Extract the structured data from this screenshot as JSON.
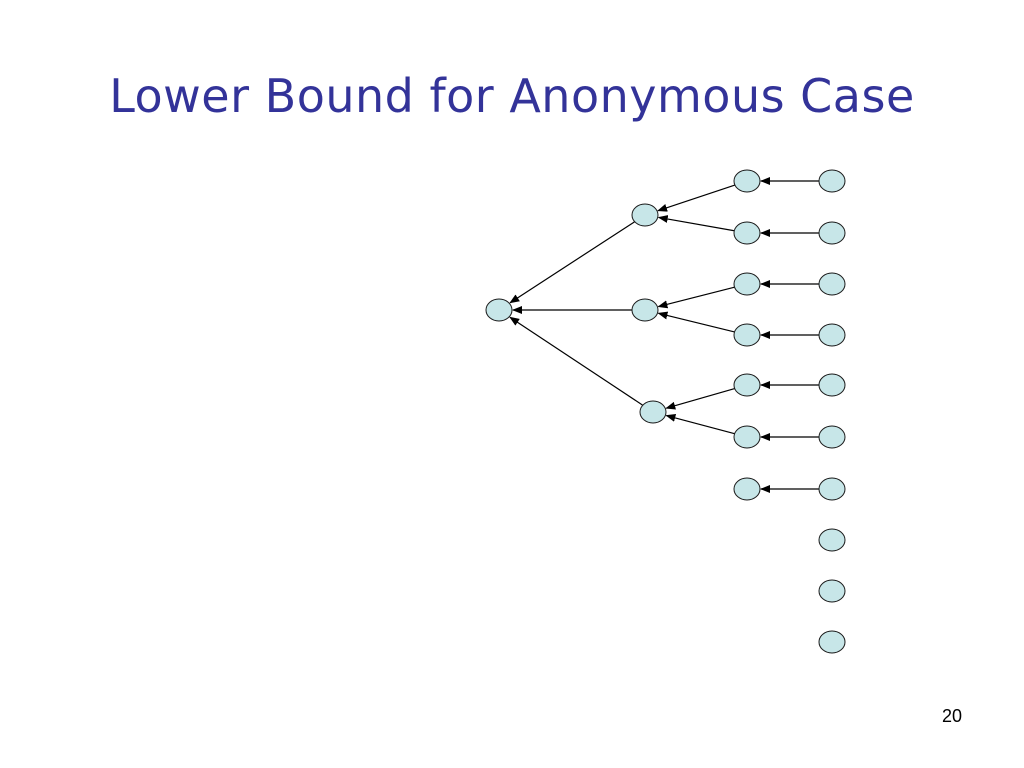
{
  "slide": {
    "title": "Lower Bound for Anonymous Case",
    "page_number": "20"
  },
  "diagram": {
    "node_fill": "#c7e6e8",
    "node_stroke": "#1a1a1a",
    "edge_color": "#000000",
    "title_color": "#333399",
    "nodes": [
      {
        "id": "root"
      },
      {
        "id": "l1a"
      },
      {
        "id": "l1b"
      },
      {
        "id": "l1c"
      },
      {
        "id": "l2a"
      },
      {
        "id": "l2b"
      },
      {
        "id": "l2c"
      },
      {
        "id": "l2d"
      },
      {
        "id": "l2e"
      },
      {
        "id": "l2f"
      },
      {
        "id": "l2g"
      },
      {
        "id": "l3a"
      },
      {
        "id": "l3b"
      },
      {
        "id": "l3c"
      },
      {
        "id": "l3d"
      },
      {
        "id": "l3e"
      },
      {
        "id": "l3f"
      },
      {
        "id": "l3g"
      },
      {
        "id": "l3h"
      },
      {
        "id": "l3i"
      },
      {
        "id": "l3j"
      }
    ],
    "edges": [
      {
        "from": "l1a",
        "to": "root"
      },
      {
        "from": "l1b",
        "to": "root"
      },
      {
        "from": "l1c",
        "to": "root"
      },
      {
        "from": "l2a",
        "to": "l1a"
      },
      {
        "from": "l2b",
        "to": "l1a"
      },
      {
        "from": "l2c",
        "to": "l1b"
      },
      {
        "from": "l2d",
        "to": "l1b"
      },
      {
        "from": "l2e",
        "to": "l1c"
      },
      {
        "from": "l2f",
        "to": "l1c"
      },
      {
        "from": "l3a",
        "to": "l2a"
      },
      {
        "from": "l3b",
        "to": "l2b"
      },
      {
        "from": "l3c",
        "to": "l2c"
      },
      {
        "from": "l3d",
        "to": "l2d"
      },
      {
        "from": "l3e",
        "to": "l2e"
      },
      {
        "from": "l3f",
        "to": "l2f"
      },
      {
        "from": "l3g",
        "to": "l2g"
      }
    ]
  }
}
